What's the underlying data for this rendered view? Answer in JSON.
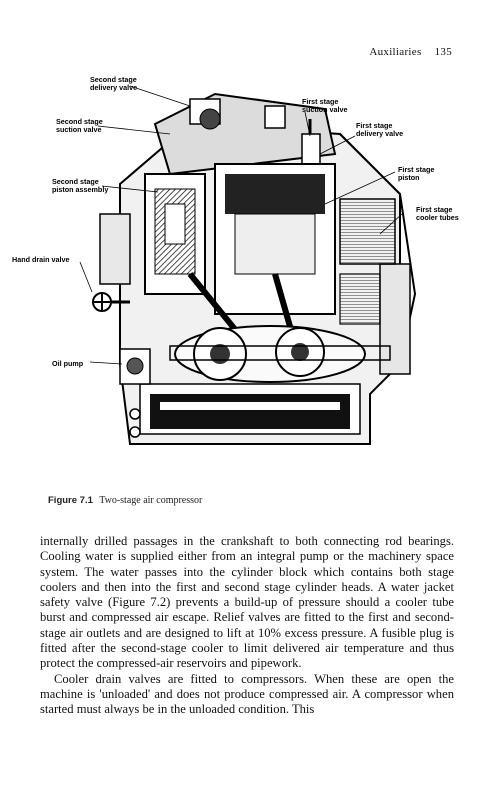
{
  "header": {
    "section": "Auxiliaries",
    "page_number": "135"
  },
  "figure": {
    "labels": {
      "second_stage_delivery_valve": [
        "Second stage",
        "delivery valve"
      ],
      "first_stage_suction_valve": [
        "First stage",
        "suction valve"
      ],
      "second_stage_suction_valve": [
        "Second stage",
        "suction valve"
      ],
      "first_stage_delivery_valve": [
        "First stage",
        "delivery valve"
      ],
      "first_stage_piston": [
        "First stage",
        "piston"
      ],
      "second_stage_piston_assembly": [
        "Second stage",
        "piston assembly"
      ],
      "first_stage_cooler_tubes": [
        "First stage",
        "cooler tubes"
      ],
      "hand_drain_valve": [
        "Hand drain valve"
      ],
      "oil_pump": [
        "Oil pump"
      ]
    }
  },
  "caption": {
    "number": "Figure 7.1",
    "text": "Two-stage air compressor"
  },
  "body": {
    "paragraph_1": "internally drilled passages in the crankshaft to both connecting rod bearings. Cooling water is supplied either from an integral pump or the machinery space system. The water passes into the cylinder block which contains both stage coolers and then into the first and second stage cylinder heads. A water jacket safety valve (Figure 7.2) prevents a build-up of pressure should a cooler tube burst and compressed air escape. Relief valves are fitted to the first and second-stage air outlets and are designed to lift at 10% excess pressure. A fusible plug is fitted after the second-stage cooler to limit delivered air temperature and thus protect the compressed-air reservoirs and pipework.",
    "paragraph_2": "Cooler drain valves are fitted to compressors. When these are open the machine is 'unloaded' and does not produce compressed air. A compressor when started must always be in the unloaded condition. This"
  }
}
